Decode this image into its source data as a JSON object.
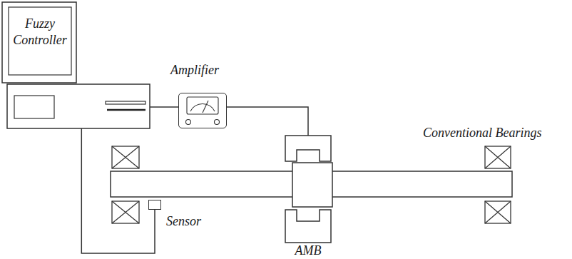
{
  "diagram": {
    "nodes": [
      {
        "text": [
          "Fuzzy Controller"
        ]
      },
      {
        "text": [
          "Amplifier"
        ]
      },
      {
        "text": [
          "AMB"
        ]
      },
      {
        "text": [
          "Sensor"
        ]
      }
    ],
    "edges": [
      {
        "from": 0,
        "to": 1,
        "arrow": "none"
      },
      {
        "from": 1,
        "to": 2,
        "arrow": "none"
      },
      {
        "from": 3,
        "to": 0,
        "arrow": "none"
      }
    ],
    "labels": [
      "Conventional Bearings"
    ]
  }
}
